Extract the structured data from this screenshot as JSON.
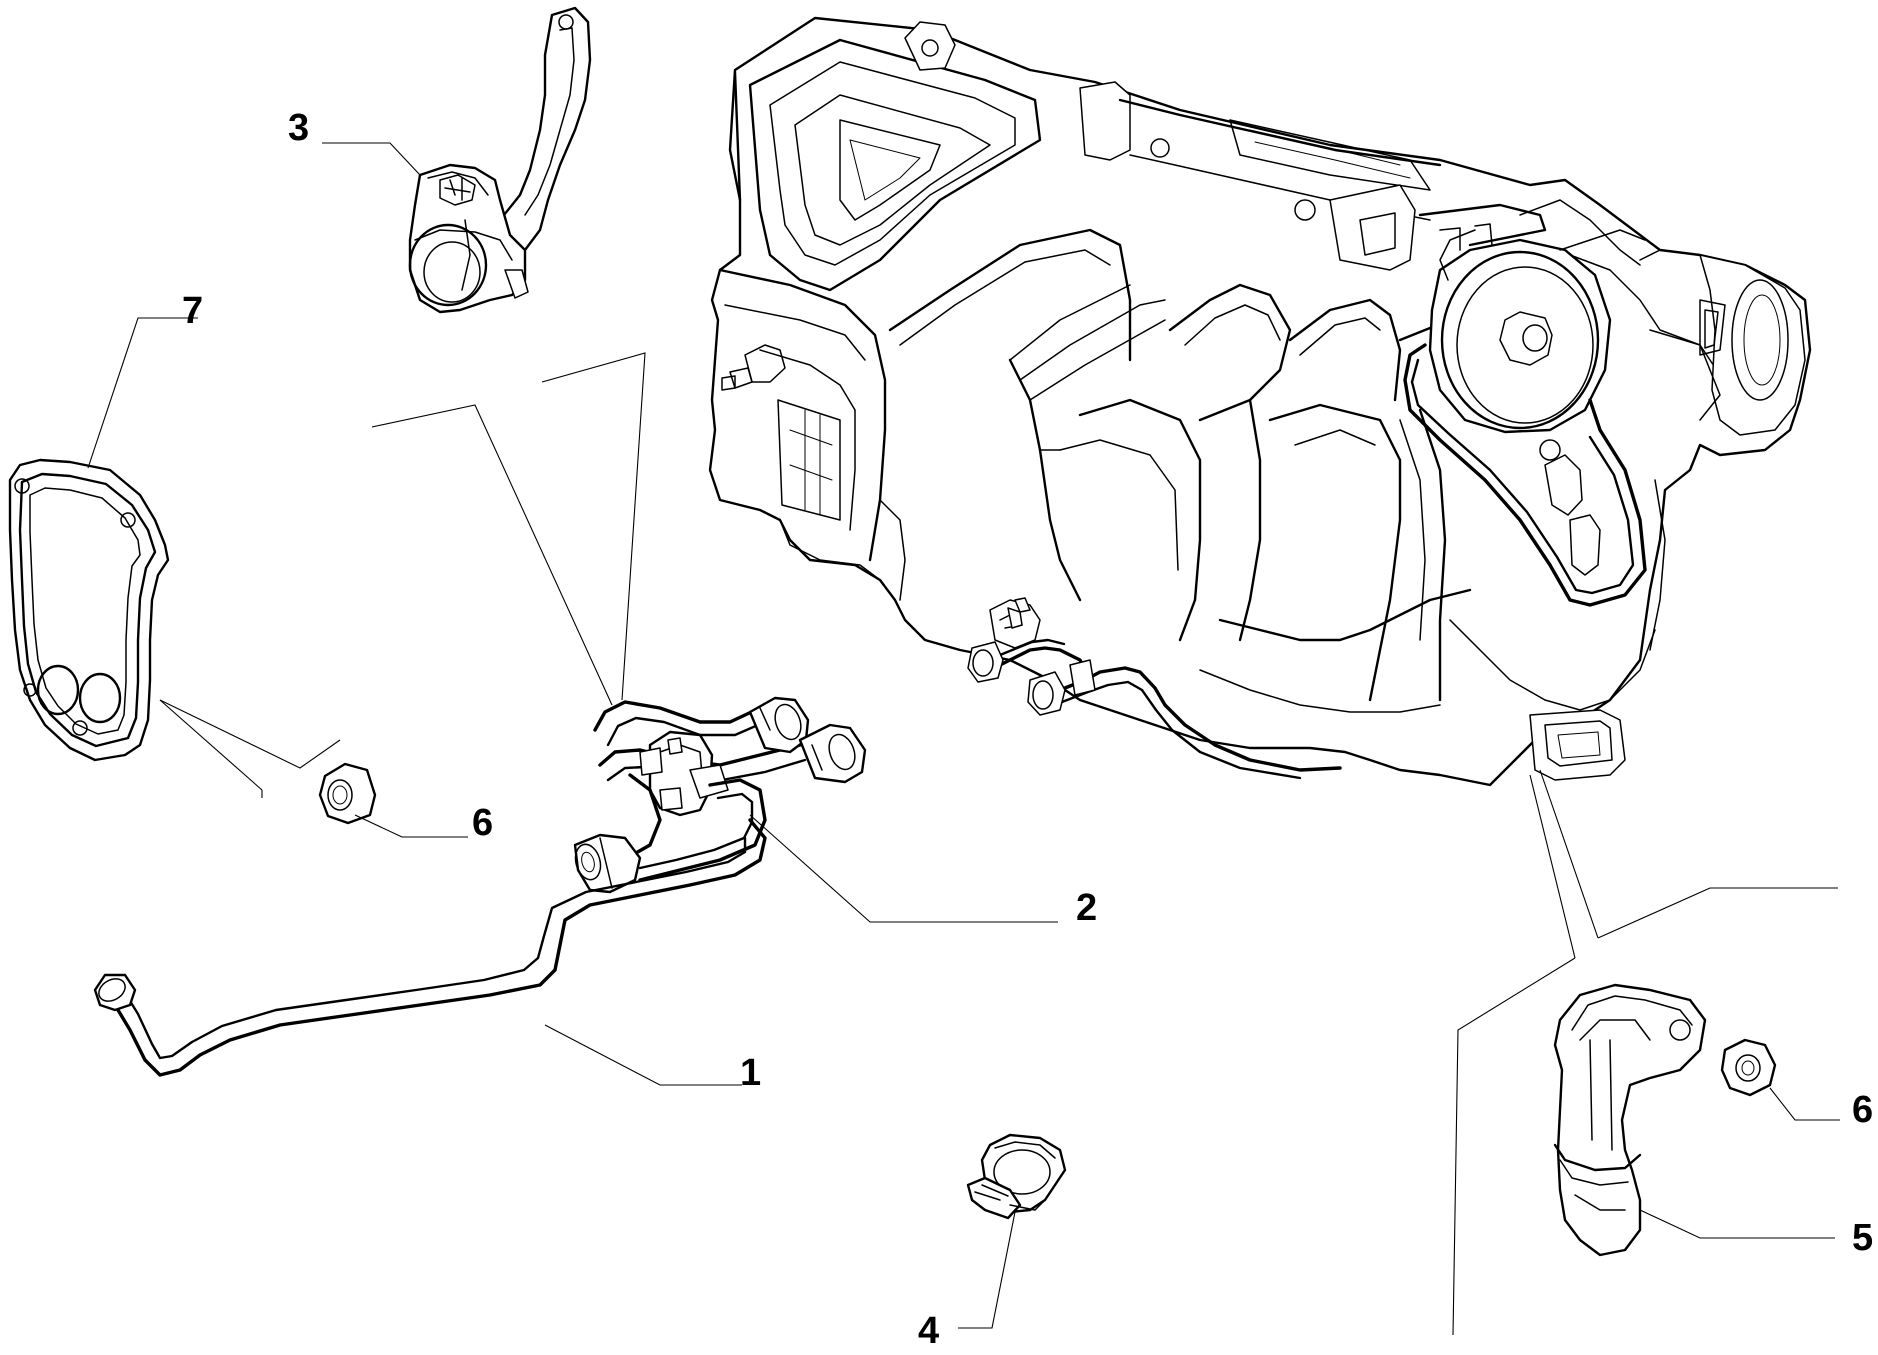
{
  "diagram": {
    "callouts": [
      {
        "id": "3",
        "label": "3"
      },
      {
        "id": "7",
        "label": "7"
      },
      {
        "id": "6a",
        "label": "6"
      },
      {
        "id": "2",
        "label": "2"
      },
      {
        "id": "1",
        "label": "1"
      },
      {
        "id": "4",
        "label": "4"
      },
      {
        "id": "6b",
        "label": "6"
      },
      {
        "id": "5",
        "label": "5"
      }
    ]
  }
}
